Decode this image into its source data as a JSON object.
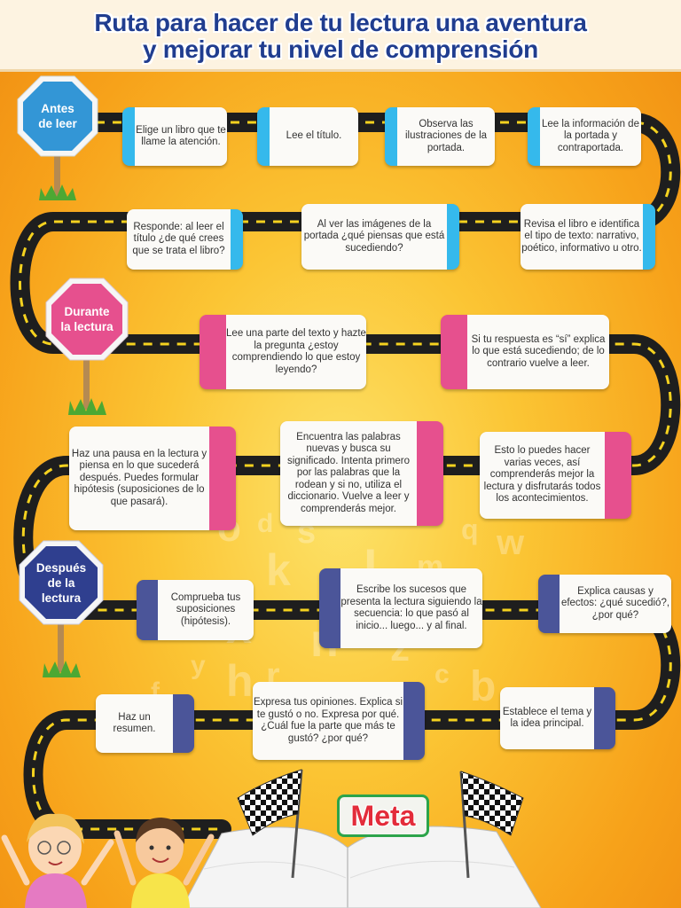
{
  "title": {
    "line1": "Ruta para hacer de tu lectura una aventura",
    "line2": "y mejorar tu nivel de comprensión"
  },
  "colors": {
    "before": "#35b9ec",
    "during": "#e6508e",
    "after": "#4b5599",
    "road": "#1e1e1e",
    "title": "#203d8f",
    "meta": "#e32c3a"
  },
  "stages": [
    {
      "label": "Antes de leer",
      "label_lines": [
        "Antes",
        "de leer"
      ],
      "steps": [
        "Elige un libro que te llame la atención.",
        "Lee el título.",
        "Observa las ilustraciones de la portada.",
        "Lee la información de la portada y contraportada.",
        "Revisa el libro e identifica el tipo de texto: narrativo, poético, informativo u otro.",
        "Al ver las imágenes de la portada ¿qué piensas que está sucediendo?",
        "Responde: al leer el título ¿de qué crees que se trata el libro?"
      ]
    },
    {
      "label": "Durante la lectura",
      "label_lines": [
        "Durante",
        "la lectura"
      ],
      "steps": [
        "Lee una parte del texto y hazte la pregunta ¿estoy comprendiendo lo que estoy leyendo?",
        "Si tu respuesta es “sí” explica lo que está sucediendo; de lo contrario vuelve a leer.",
        "Esto lo puedes hacer varias veces, así comprenderás mejor la lectura y disfrutarás todos los acontecimientos.",
        "Encuentra las palabras nuevas y busca su significado. Intenta primero por las palabras que la rodean y si no, utiliza el diccionario. Vuelve a leer y comprenderás mejor.",
        "Haz una pausa en la lectura y piensa en lo que sucederá después. Puedes formular hipótesis (suposiciones de lo que pasará)."
      ]
    },
    {
      "label": "Después de la lectura",
      "label_lines": [
        "Después",
        "de la",
        "lectura"
      ],
      "steps": [
        "Comprueba tus suposiciones (hipótesis).",
        "Escribe los sucesos que presenta la lectura siguiendo la secuencia: lo que pasó al inicio... luego... y al final.",
        "Explica causas y efectos: ¿qué sucedió?, ¿por qué?",
        "Establece el tema y la idea principal.",
        "Expresa tus opiniones. Explica si te gustó o no. Expresa por qué. ¿Cuál fue la parte que más te gustó? ¿por qué?",
        "Haz un resumen."
      ]
    }
  ],
  "finish": "Meta"
}
